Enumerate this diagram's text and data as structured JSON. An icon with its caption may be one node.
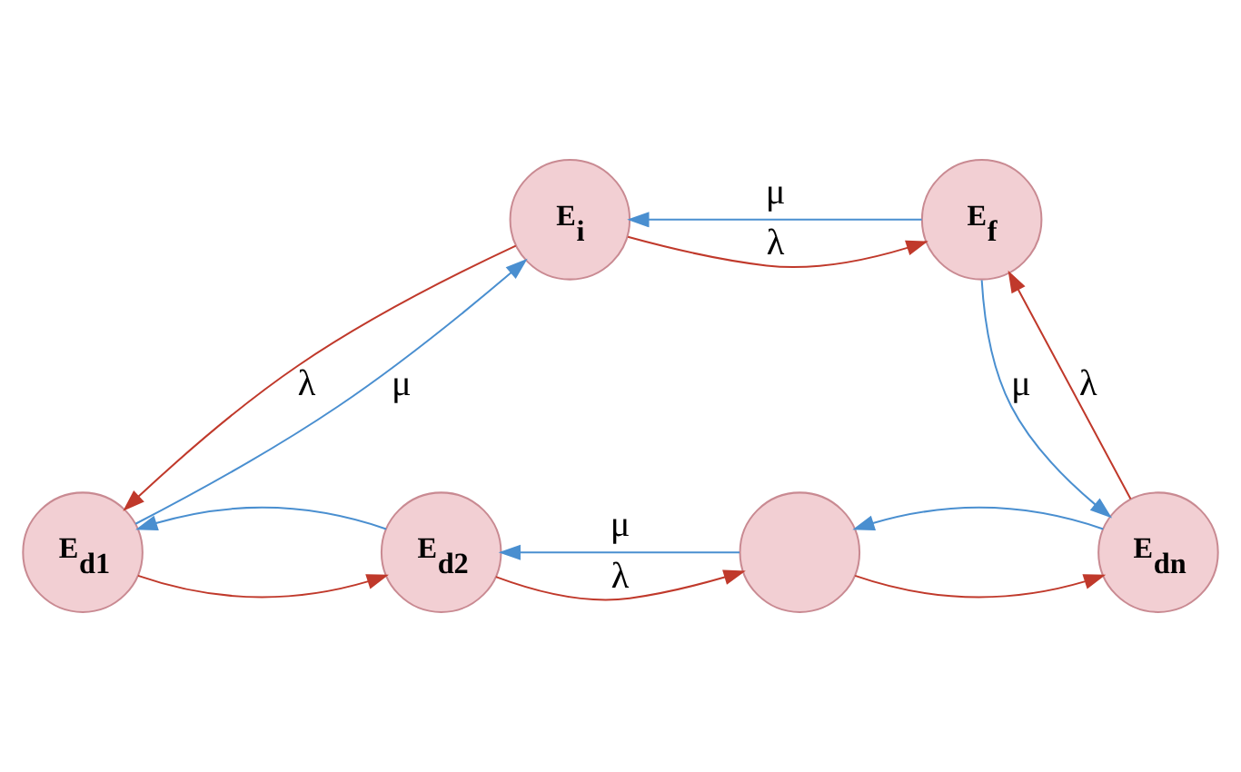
{
  "diagram": {
    "nodes": [
      {
        "text": [
          "E$_{i}$"
        ]
      },
      {
        "text": [
          "E$_{f}$"
        ]
      },
      {
        "text": [
          "E$_{d1}$"
        ]
      },
      {
        "text": [
          "E$_{d2}$"
        ]
      },
      {
        "text": [],
        "shape": "circle"
      },
      {
        "text": [
          "E$_{dn}$"
        ]
      }
    ],
    "edges": [
      {
        "from": 0,
        "to": 1,
        "arrow": "to",
        "label": "λ",
        "color": "#c0392b"
      },
      {
        "from": 1,
        "to": 0,
        "arrow": "to",
        "label": "μ",
        "color": "#4a8fd0"
      },
      {
        "from": 0,
        "to": 2,
        "arrow": "to",
        "label": "λ",
        "color": "#c0392b"
      },
      {
        "from": 2,
        "to": 0,
        "arrow": "to",
        "label": "μ",
        "color": "#4a8fd0"
      },
      {
        "from": 5,
        "to": 1,
        "arrow": "to",
        "label": "λ",
        "color": "#c0392b"
      },
      {
        "from": 1,
        "to": 5,
        "arrow": "to",
        "label": "μ",
        "color": "#4a8fd0"
      },
      {
        "from": 2,
        "to": 3,
        "arrow": "to",
        "color": "#c0392b"
      },
      {
        "from": 3,
        "to": 4,
        "arrow": "to",
        "label": "λ",
        "color": "#c0392b"
      },
      {
        "from": 4,
        "to": 5,
        "arrow": "to",
        "color": "#c0392b"
      },
      {
        "from": 5,
        "to": 4,
        "arrow": "to",
        "color": "#4a8fd0"
      },
      {
        "from": 4,
        "to": 3,
        "arrow": "to",
        "label": "μ",
        "color": "#4a8fd0"
      },
      {
        "from": 3,
        "to": 2,
        "arrow": "to",
        "color": "#4a8fd0"
      }
    ]
  }
}
